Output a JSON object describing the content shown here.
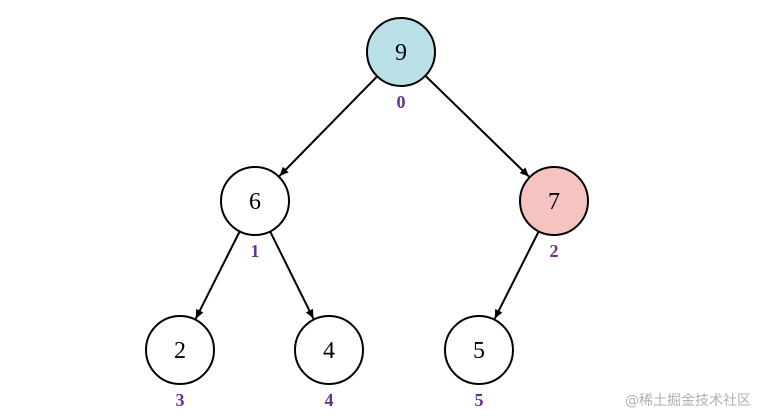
{
  "colors": {
    "root_fill": "#b9e0e7",
    "highlight_fill": "#f6c4c0",
    "default_fill": "#ffffff",
    "stroke": "#000000",
    "index_text": "#6b2f8f"
  },
  "tree": {
    "nodes": [
      {
        "value": "9",
        "index": "0",
        "style": "root"
      },
      {
        "value": "6",
        "index": "1",
        "style": "default"
      },
      {
        "value": "7",
        "index": "2",
        "style": "highlight"
      },
      {
        "value": "2",
        "index": "3",
        "style": "default"
      },
      {
        "value": "4",
        "index": "4",
        "style": "default"
      },
      {
        "value": "5",
        "index": "5",
        "style": "default"
      }
    ],
    "edges": [
      {
        "from": 0,
        "to": 1
      },
      {
        "from": 0,
        "to": 2
      },
      {
        "from": 1,
        "to": 3
      },
      {
        "from": 1,
        "to": 4
      },
      {
        "from": 2,
        "to": 5
      }
    ]
  },
  "watermark": "@稀土掘金技术社区"
}
